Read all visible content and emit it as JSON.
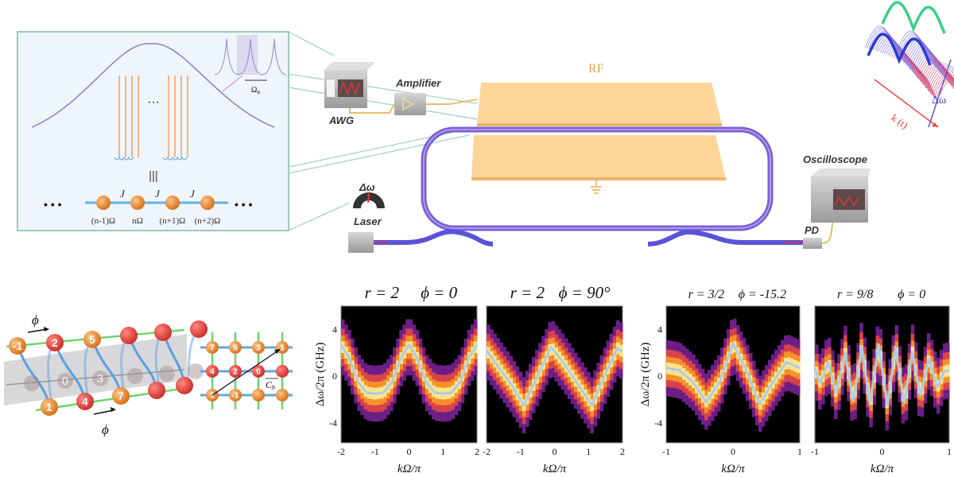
{
  "inset": {
    "dots_mid": "···",
    "equiv": "|||",
    "dots_left": "• • •",
    "dots_right": "• • •",
    "coupling": [
      "J",
      "J",
      "J"
    ],
    "site_labels": [
      "(n-1)Ω",
      "nΩ",
      "(n+1)Ω",
      "(n+2)Ω"
    ],
    "fsr_label": "Ω",
    "fsr_sub": "R"
  },
  "setup": {
    "rf_label": "RF",
    "awg_label": "AWG",
    "amplifier_label": "Amplifier",
    "laser_label": "Laser",
    "detuning_label": "Δω",
    "pd_label": "PD",
    "oscilloscope_label": "Oscilloscope",
    "waterfall_k_label": "k (t)",
    "waterfall_dw_label": "Δω"
  },
  "helix": {
    "phi_top": "ϕ",
    "phi_bottom": "ϕ",
    "top_nodes": [
      "-1",
      "2",
      "5",
      "",
      "",
      ""
    ],
    "middle_nodes": [
      "",
      "0",
      "3",
      "",
      "",
      ""
    ],
    "bottom_nodes": [
      "1",
      "4",
      "7",
      "",
      ""
    ]
  },
  "lattice": {
    "rows": [
      [
        "7",
        "5",
        "3",
        "1"
      ],
      [
        "4",
        "2",
        "0",
        ""
      ],
      [
        "1",
        "-1",
        "",
        ""
      ]
    ],
    "chiral_vector": "C",
    "chiral_sub": "h"
  },
  "colors": {
    "ring": "#6a4fd0",
    "electrode": "#fcd598",
    "band_purple": "#6b1f86",
    "band_red": "#d8434a",
    "band_orange": "#f5902a",
    "band_yellow": "#ffe38a",
    "curve": "#a9cdec"
  },
  "chart_data": [
    {
      "type": "heatmap",
      "title_r": "r = 2",
      "title_phi": "ϕ = 0",
      "xlabel": "kΩ/π",
      "ylabel": "Δω/2π (GHz)",
      "xlim": [
        -2,
        2
      ],
      "ylim": [
        -5.7,
        6
      ],
      "xticks": [
        "-2",
        "-1",
        "0",
        "1",
        "2"
      ],
      "xtick_values": [
        -2,
        -1,
        0,
        1,
        2
      ],
      "yticks": [
        "4",
        "0",
        "-4"
      ],
      "ytick_values": [
        4,
        0,
        -4
      ],
      "x": [
        -2,
        -1.75,
        -1.5,
        -1.25,
        -1,
        -0.75,
        -0.5,
        -0.25,
        0,
        0.25,
        0.5,
        0.75,
        1,
        1.25,
        1.5,
        1.75,
        2
      ],
      "y": [
        2.7,
        1.5,
        -0.5,
        -1.4,
        -1.5,
        -1.4,
        -0.5,
        1.5,
        2.7,
        1.5,
        -0.5,
        -1.4,
        -1.5,
        -1.4,
        -0.5,
        1.5,
        2.7
      ]
    },
    {
      "type": "heatmap",
      "title_r": "r = 2",
      "title_phi": "ϕ = 90°",
      "xlabel": "kΩ/π",
      "ylabel": "",
      "xlim": [
        -2,
        2
      ],
      "ylim": [
        -5.7,
        6
      ],
      "xticks": [
        "-2",
        "-1",
        "0",
        "1",
        "2"
      ],
      "xtick_values": [
        -2,
        -1,
        0,
        1,
        2
      ],
      "yticks": [],
      "ytick_values": [],
      "x": [
        -2,
        -1.5,
        -1.25,
        -0.9,
        -0.5,
        -0.1,
        0.25,
        0.6,
        1.1,
        1.5,
        1.85,
        2
      ],
      "y": [
        2.2,
        0.2,
        -0.8,
        -2.5,
        0,
        2.5,
        1.2,
        -0.3,
        -2.5,
        0.2,
        2.4,
        2.1
      ]
    },
    {
      "type": "heatmap",
      "title_r": "r = 3/2",
      "title_phi": "ϕ = -15.2",
      "xlabel": "kΩ/π",
      "ylabel": "Δω/2π (GHz)",
      "xlim": [
        -1,
        1
      ],
      "ylim": [
        -5.7,
        6
      ],
      "xticks": [
        "-1",
        "0",
        "1"
      ],
      "xtick_values": [
        -1,
        0,
        1
      ],
      "yticks": [
        "4",
        "0",
        "-4"
      ],
      "ytick_values": [
        4,
        0,
        -4
      ],
      "x": [
        -1,
        -0.8,
        -0.6,
        -0.4,
        -0.2,
        0,
        0.2,
        0.4,
        0.6,
        0.8,
        1
      ],
      "y": [
        0.7,
        0.5,
        -0.5,
        -2.2,
        -0.5,
        2.8,
        0.5,
        -2.4,
        -0.5,
        1.2,
        0.7
      ]
    },
    {
      "type": "heatmap",
      "title_r": "r = 9/8",
      "title_phi": "ϕ = 0",
      "xlabel": "kΩ/π",
      "ylabel": "",
      "xlim": [
        -1,
        1
      ],
      "ylim": [
        -5.7,
        6
      ],
      "xticks": [
        "-1",
        "0",
        "1"
      ],
      "xtick_values": [
        -1,
        0,
        1
      ],
      "yticks": [],
      "ytick_values": [],
      "x": [
        -1,
        -0.92,
        -0.8,
        -0.68,
        -0.55,
        -0.43,
        -0.3,
        -0.18,
        -0.05,
        0.08,
        0.2,
        0.33,
        0.45,
        0.57,
        0.7,
        0.82,
        0.92,
        1
      ],
      "y": [
        0.7,
        -0.6,
        1.2,
        -1.5,
        2.0,
        -2.2,
        2.5,
        -2.5,
        2.7,
        -2.6,
        2.5,
        -2.4,
        2.1,
        -1.7,
        1.5,
        -1.0,
        0.4,
        0.5
      ]
    }
  ]
}
